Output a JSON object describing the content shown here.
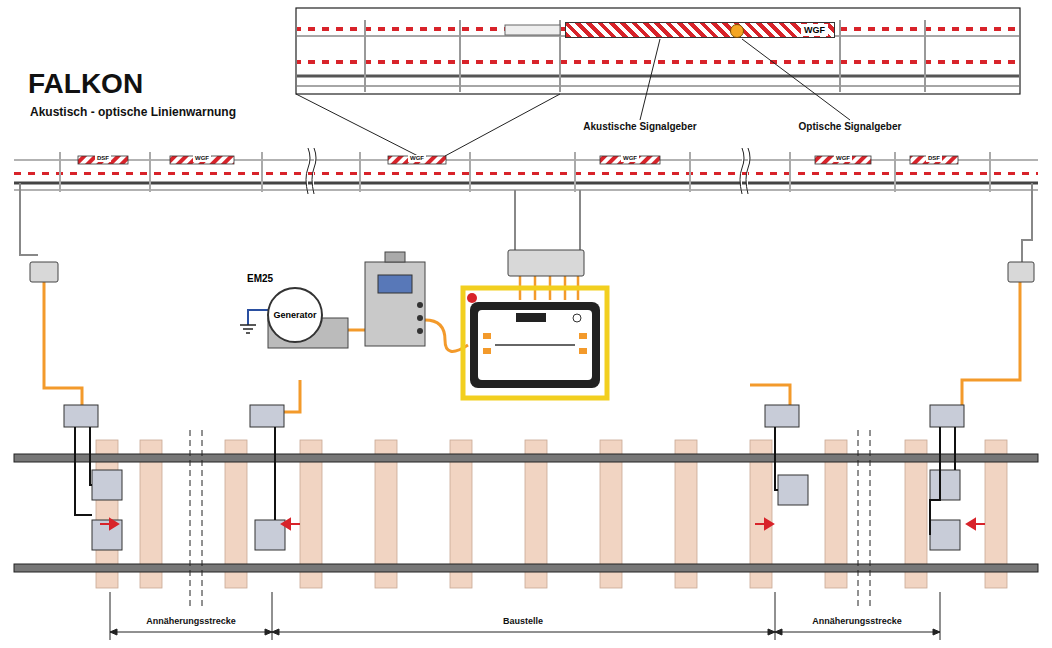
{
  "diagram": {
    "title": "FALKON",
    "nodes": [
      {
        "text": [
          "WGF"
        ]
      },
      {
        "text": [
          "EM25",
          "Generator"
        ]
      }
    ],
    "labels": [
      "Akustisch - optische Linienwarnung",
      "Akustische Signalgeber",
      "Optische Signalgeber",
      "DSF",
      "WGF",
      "WGF",
      "WGF",
      "WGF",
      "DSF",
      "Annäherungsstrecke",
      "Baustelle",
      "Annäherungsstrecke"
    ]
  }
}
